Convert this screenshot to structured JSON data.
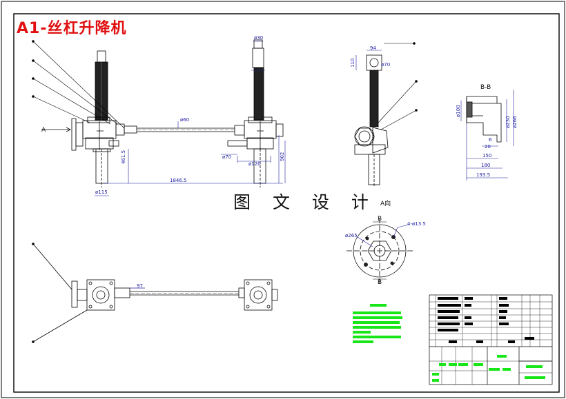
{
  "title": "A1-丝杠升降机",
  "watermark": "图 文 设 计",
  "view_labels": {
    "a_arrow": "A",
    "a_view": "A向",
    "b_top": "B",
    "b_bottom": "B",
    "section": "B-B"
  },
  "dimensions": {
    "d60_shaft": "ø60",
    "d70": "ø70",
    "len_1846": "1846.5",
    "d115": "ø115",
    "h_461": "461.5",
    "d30_top": "ø30",
    "d120": "ø120",
    "h_902": "902",
    "d94": "94",
    "d70_side": "ø70",
    "h110": "110",
    "d265": "ø265",
    "holes": "4-ø13.5",
    "sec_d100": "ø100",
    "sec_d230": "ø230",
    "sec_d266": "ø266",
    "sec_6": "6",
    "sec_20": "20",
    "sec_150": "150",
    "sec_180": "180",
    "sec_193": "193.5",
    "plan_97": "97"
  },
  "colors": {
    "frame": "#000000",
    "title": "#e01010",
    "dimension": "#1a1aa0",
    "notes": "#19e619"
  }
}
